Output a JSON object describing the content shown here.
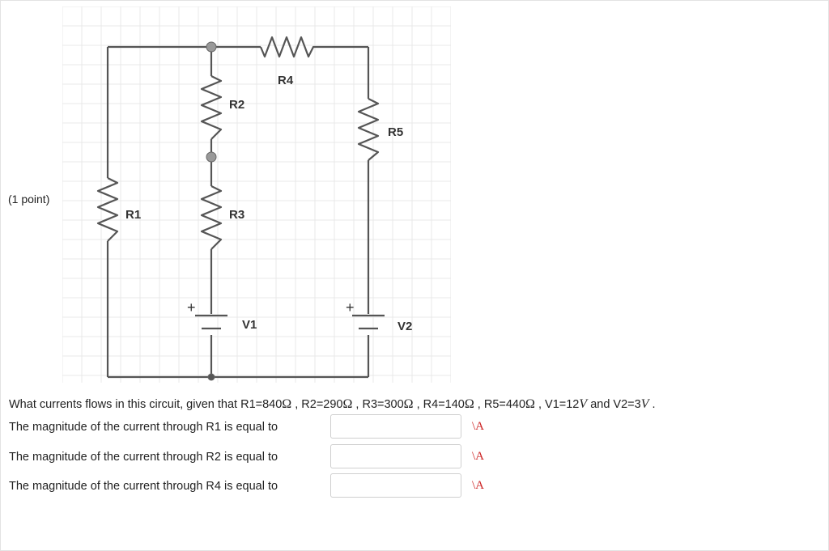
{
  "header": {
    "points": "(1 point)"
  },
  "circuit": {
    "labels": {
      "r1": "R1",
      "r2": "R2",
      "r3": "R3",
      "r4": "R4",
      "r5": "R5",
      "v1": "V1",
      "v2": "V2",
      "plus": "+"
    }
  },
  "question": {
    "intro": "What currents flows in this circuit, given that",
    "values": [
      {
        "text": "R1=840",
        "unit": "Ω"
      },
      {
        "text": "R2=290",
        "unit": "Ω"
      },
      {
        "text": "R3=300",
        "unit": "Ω"
      },
      {
        "text": "R4=140",
        "unit": "Ω"
      },
      {
        "text": "R5=440",
        "unit": "Ω"
      }
    ],
    "v1": "V1=12",
    "v_unit": "V",
    "and": "and",
    "v2": "V2=3",
    "end": "."
  },
  "answers": [
    {
      "label": "The magnitude of the current through R1 is equal to",
      "value": "",
      "unit": "\\A"
    },
    {
      "label": "The magnitude of the current through R2 is equal to",
      "value": "",
      "unit": "\\A"
    },
    {
      "label": "The magnitude of the current through R4 is equal to",
      "value": "",
      "unit": "\\A"
    }
  ],
  "colors": {
    "wire": "#555555",
    "grid": "#e8e8e8",
    "unit_label": "#cc2222",
    "node": "#999999"
  }
}
